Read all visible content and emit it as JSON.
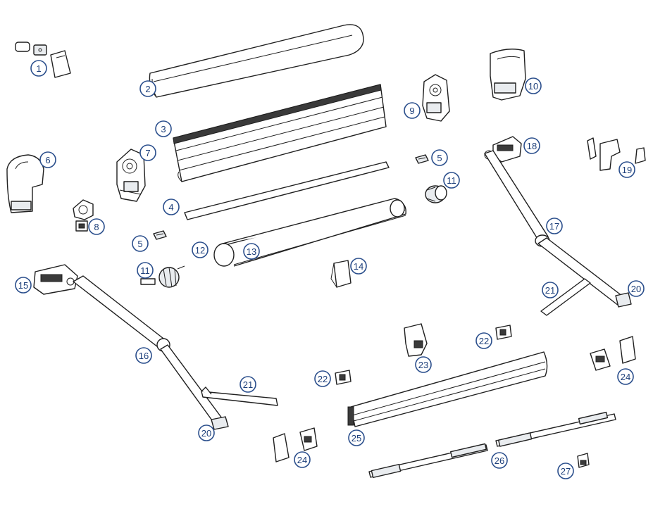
{
  "colors": {
    "callout_stroke": "#2a4e8c",
    "callout_text": "#1d3f7a",
    "line": "#1f1f1f"
  },
  "callouts": [
    {
      "id": "c1",
      "label": "1"
    },
    {
      "id": "c2",
      "label": "2"
    },
    {
      "id": "c3",
      "label": "3"
    },
    {
      "id": "c4",
      "label": "4"
    },
    {
      "id": "c5a",
      "label": "5"
    },
    {
      "id": "c5b",
      "label": "5"
    },
    {
      "id": "c6",
      "label": "6"
    },
    {
      "id": "c7",
      "label": "7"
    },
    {
      "id": "c8",
      "label": "8"
    },
    {
      "id": "c9",
      "label": "9"
    },
    {
      "id": "c10",
      "label": "10"
    },
    {
      "id": "c11a",
      "label": "11"
    },
    {
      "id": "c11b",
      "label": "11"
    },
    {
      "id": "c12",
      "label": "12"
    },
    {
      "id": "c13",
      "label": "13"
    },
    {
      "id": "c14",
      "label": "14"
    },
    {
      "id": "c15",
      "label": "15"
    },
    {
      "id": "c16",
      "label": "16"
    },
    {
      "id": "c17",
      "label": "17"
    },
    {
      "id": "c18",
      "label": "18"
    },
    {
      "id": "c19",
      "label": "19"
    },
    {
      "id": "c20a",
      "label": "20"
    },
    {
      "id": "c20b",
      "label": "20"
    },
    {
      "id": "c21a",
      "label": "21"
    },
    {
      "id": "c21b",
      "label": "21"
    },
    {
      "id": "c22a",
      "label": "22"
    },
    {
      "id": "c22b",
      "label": "22"
    },
    {
      "id": "c23",
      "label": "23"
    },
    {
      "id": "c24a",
      "label": "24"
    },
    {
      "id": "c24b",
      "label": "24"
    },
    {
      "id": "c25",
      "label": "25"
    },
    {
      "id": "c26",
      "label": "26"
    },
    {
      "id": "c27",
      "label": "27"
    }
  ]
}
